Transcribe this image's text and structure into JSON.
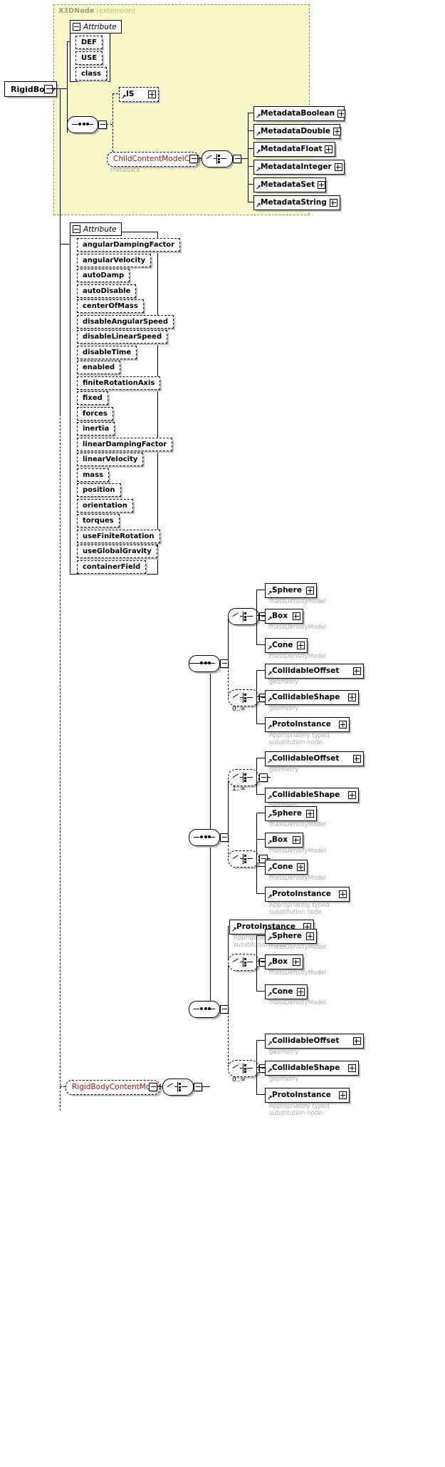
{
  "diagram": {
    "type": "xml-schema-element-diagram",
    "root_element": "RigidBody",
    "extension_band": {
      "base": "X3DNode",
      "kind": "(extension)"
    },
    "attribute_group_label": "Attribute",
    "base_attributes": [
      "DEF",
      "USE",
      "class"
    ],
    "is_element": "IS",
    "child_content_group": {
      "label": "ChildContentModelCore",
      "caption": "metadata"
    },
    "metadata_nodes": [
      "MetadataBoolean",
      "MetadataDouble",
      "MetadataFloat",
      "MetadataInteger",
      "MetadataSet",
      "MetadataString"
    ],
    "own_attributes": [
      "angularDampingFactor",
      "angularVelocity",
      "autoDamp",
      "autoDisable",
      "centerOfMass",
      "disableAngularSpeed",
      "disableLinearSpeed",
      "disableTime",
      "enabled",
      "finiteRotationAxis",
      "fixed",
      "forces",
      "inertia",
      "linearDampingFactor",
      "linearVelocity",
      "mass",
      "position",
      "orientation",
      "torques",
      "useFiniteRotation",
      "useGlobalGravity",
      "containerField"
    ],
    "content_model": {
      "label": "RigidBodyContentModel",
      "branches": [
        {
          "id": "branch1",
          "compositor": "sequence",
          "groups": [
            {
              "compositor": "choice",
              "occurrence": "",
              "items": [
                {
                  "name": "Sphere",
                  "caption": "massDensityModel"
                },
                {
                  "name": "Box",
                  "caption": "massDensityModel"
                },
                {
                  "name": "Cone",
                  "caption": "massDensityModel"
                }
              ]
            },
            {
              "compositor": "choice",
              "occurrence": "0..∞",
              "items": [
                {
                  "name": "CollidableOffset",
                  "caption": "geometry"
                },
                {
                  "name": "CollidableShape",
                  "caption": "geometry"
                },
                {
                  "name": "ProtoInstance",
                  "caption": "Appropriately typed\nsubstitution node"
                }
              ]
            }
          ]
        },
        {
          "id": "branch2",
          "compositor": "sequence",
          "groups": [
            {
              "compositor": "choice",
              "occurrence": "1..∞",
              "items": [
                {
                  "name": "CollidableOffset",
                  "caption": "geometry"
                },
                {
                  "name": "CollidableShape",
                  "caption": "geometry"
                }
              ]
            },
            {
              "compositor": "choice",
              "occurrence": "",
              "items": [
                {
                  "name": "Sphere",
                  "caption": "massDensityModel"
                },
                {
                  "name": "Box",
                  "caption": "massDensityModel"
                },
                {
                  "name": "Cone",
                  "caption": "massDensityModel"
                },
                {
                  "name": "ProtoInstance",
                  "caption": "Appropriately typed\nsubstitution node"
                }
              ]
            }
          ]
        },
        {
          "id": "branch3",
          "compositor": "sequence",
          "lead": {
            "name": "ProtoInstance",
            "caption": "Appropriately typed\nsubstitution node"
          },
          "groups": [
            {
              "compositor": "choice",
              "occurrence": "",
              "items": [
                {
                  "name": "Sphere",
                  "caption": "massDensityModel"
                },
                {
                  "name": "Box",
                  "caption": "massDensityModel"
                },
                {
                  "name": "Cone",
                  "caption": "massDensityModel"
                }
              ]
            },
            {
              "compositor": "choice",
              "occurrence": "0..∞",
              "items": [
                {
                  "name": "CollidableOffset",
                  "caption": "geometry"
                },
                {
                  "name": "CollidableShape",
                  "caption": "geometry"
                },
                {
                  "name": "ProtoInstance",
                  "caption": "Appropriately typed\nsubstitution node"
                }
              ]
            }
          ]
        }
      ]
    },
    "colors": {
      "extension_background": "#f8f8c8",
      "extension_border": "#8a8a6a",
      "group_ref_text": "#8b1a1a",
      "caption_text": "#a9a9a9",
      "node_shadow": "#bdbdbd"
    }
  }
}
